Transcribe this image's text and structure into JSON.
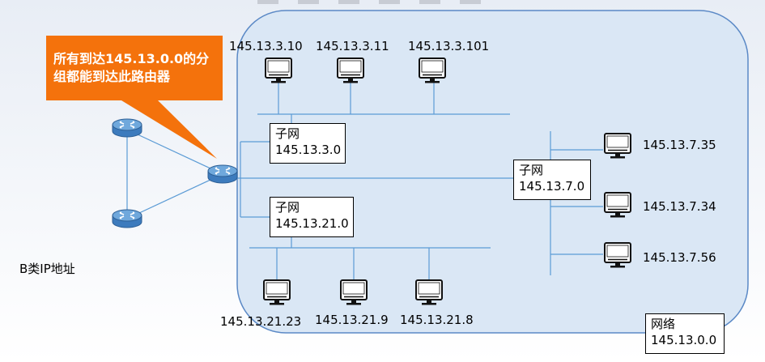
{
  "callout": {
    "line1": "所有到达145.13.0.0的分",
    "line2": "组都能到达此路由器"
  },
  "class_label": "B类IP地址",
  "network": {
    "title": "网络",
    "address": "145.13.0.0"
  },
  "subnets": [
    {
      "title": "子网",
      "address": "145.13.3.0"
    },
    {
      "title": "子网",
      "address": "145.13.21.0"
    },
    {
      "title": "子网",
      "address": "145.13.7.0"
    }
  ],
  "hosts": {
    "top": [
      "145.13.3.10",
      "145.13.3.11",
      "145.13.3.101"
    ],
    "bottom": [
      "145.13.21.23",
      "145.13.21.9",
      "145.13.21.8"
    ],
    "right": [
      "145.13.7.35",
      "145.13.7.34",
      "145.13.7.56"
    ]
  },
  "colors": {
    "network_fill": "#dae7f5",
    "network_border": "#5b89c6",
    "callout": "#f4720c",
    "router": "#4e8fcf",
    "link": "#5b9bd5"
  }
}
